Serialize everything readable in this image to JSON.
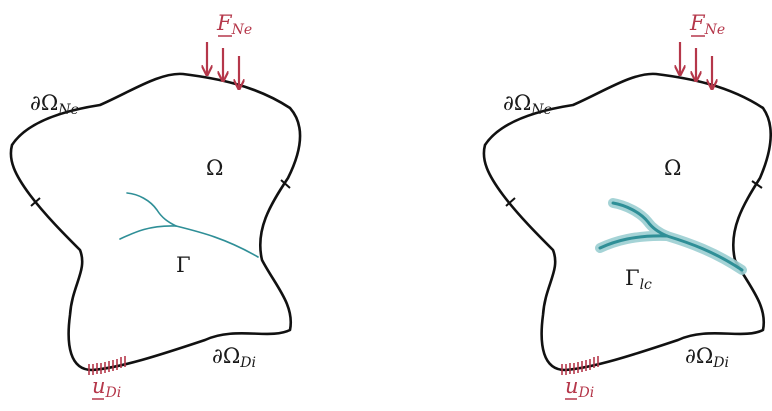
{
  "colors": {
    "outline": "#111111",
    "crack": "#2f8f97",
    "crack_band": "#9ccfd2",
    "load": "#b5374a"
  },
  "left_panel": {
    "force_label": {
      "main": "F",
      "sub": "Ne"
    },
    "neumann_label": {
      "main": "∂Ω",
      "sub": "Ne"
    },
    "domain_label": "Ω",
    "crack_label": {
      "main": "Γ",
      "sub": ""
    },
    "dirichlet_label": {
      "main": "∂Ω",
      "sub": "Di"
    },
    "displacement_label": {
      "main": "u",
      "sub": "Di"
    }
  },
  "right_panel": {
    "force_label": {
      "main": "F",
      "sub": "Ne"
    },
    "neumann_label": {
      "main": "∂Ω",
      "sub": "Ne"
    },
    "domain_label": "Ω",
    "crack_label": {
      "main": "Γ",
      "sub": "lc"
    },
    "dirichlet_label": {
      "main": "∂Ω",
      "sub": "Di"
    },
    "displacement_label": {
      "main": "u",
      "sub": "Di"
    }
  }
}
